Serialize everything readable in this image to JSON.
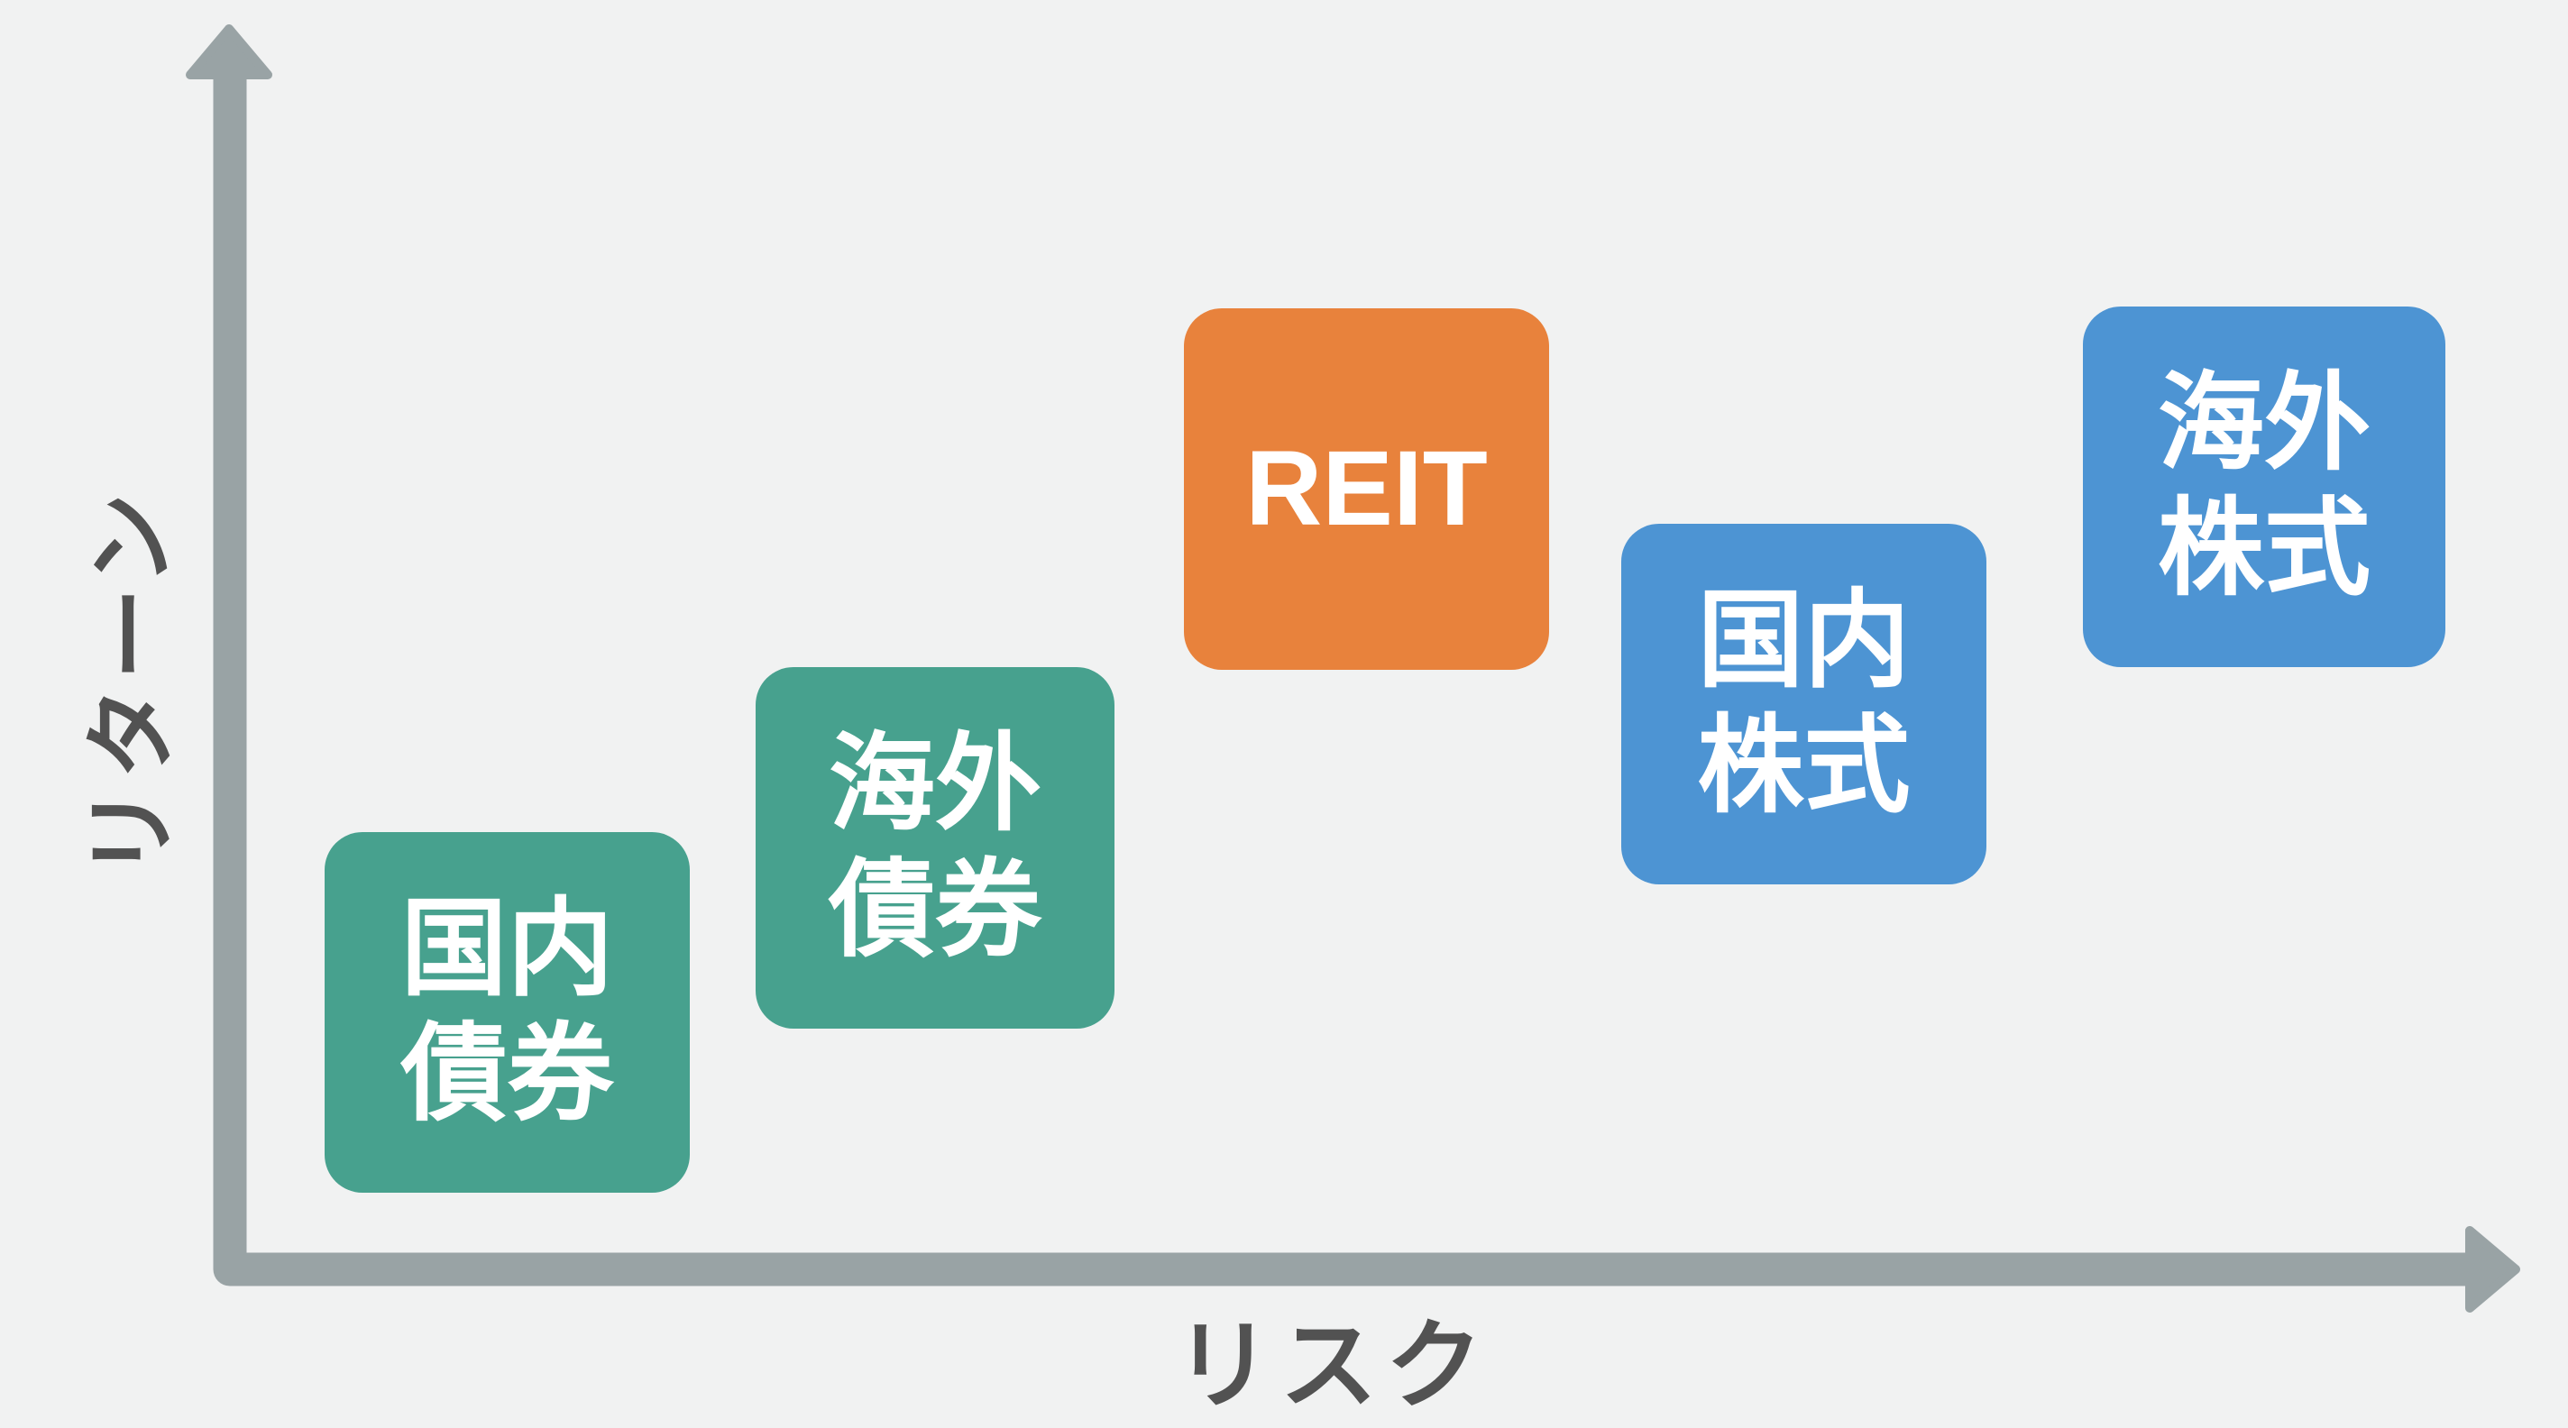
{
  "chart": {
    "y_axis_label": "リターン",
    "x_axis_label": "リスク",
    "colors": {
      "background": "#F1F2F2",
      "axis": "#99A3A5",
      "axis_label_text": "#525252",
      "box_text": "#FFFFFF",
      "bond_green": "#47A18E",
      "reit_orange": "#E8823C",
      "equity_blue": "#4D94D3"
    },
    "items": [
      {
        "id": "domestic-bonds",
        "label": "国内\n債券",
        "color": "#47A18E"
      },
      {
        "id": "foreign-bonds",
        "label": "海外\n債券",
        "color": "#47A18E"
      },
      {
        "id": "reit",
        "label": "REIT",
        "color": "#E8823C"
      },
      {
        "id": "domestic-equity",
        "label": "国内\n株式",
        "color": "#4D94D3"
      },
      {
        "id": "foreign-equity",
        "label": "海外\n株式",
        "color": "#4D94D3"
      }
    ]
  },
  "chart_data": {
    "type": "scatter",
    "xlabel": "リスク",
    "ylabel": "リターン",
    "notes": "conceptual risk-return map, axes are unscaled arrows with no ticks",
    "points": [
      {
        "label": "国内債券",
        "risk_rank": 1,
        "return_rank": 1,
        "color": "#47A18E"
      },
      {
        "label": "海外債券",
        "risk_rank": 2,
        "return_rank": 2,
        "color": "#47A18E"
      },
      {
        "label": "REIT",
        "risk_rank": 3,
        "return_rank": 4,
        "color": "#E8823C"
      },
      {
        "label": "国内株式",
        "risk_rank": 4,
        "return_rank": 3,
        "color": "#4D94D3"
      },
      {
        "label": "海外株式",
        "risk_rank": 5,
        "return_rank": 5,
        "color": "#4D94D3"
      }
    ]
  }
}
